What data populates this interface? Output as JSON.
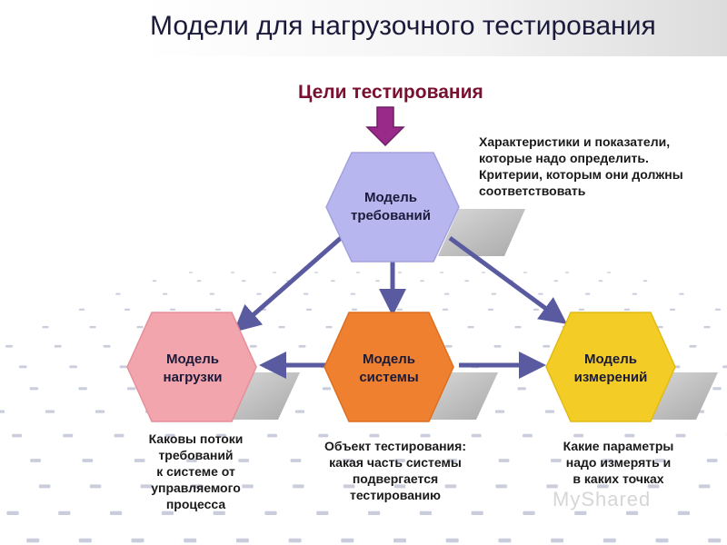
{
  "title": "Модели для нагрузочного тестирования",
  "goal": "Цели тестирования",
  "nodes": {
    "requirements": {
      "label_line1": "Модель",
      "label_line2": "требований"
    },
    "load": {
      "label_line1": "Модель",
      "label_line2": "нагрузки"
    },
    "system": {
      "label_line1": "Модель",
      "label_line2": "системы"
    },
    "measurement": {
      "label_line1": "Модель",
      "label_line2": "измерений"
    }
  },
  "notes": {
    "requirements": [
      "Характеристики и показатели,",
      "которые надо определить.",
      "Критерии, которым они должны",
      "соответствовать"
    ],
    "load": [
      "Каковы потоки",
      "требований",
      "к системе от",
      "управляемого",
      "процесса"
    ],
    "system": [
      "Объект тестирования:",
      "какая часть системы",
      "подвергается",
      "тестированию"
    ],
    "measurement": [
      "Какие параметры",
      "надо измерять и",
      "в каких точках"
    ]
  },
  "watermark": "MyShared",
  "colors": {
    "requirements": "#b8b6ee",
    "load": "#f2a5ad",
    "system": "#ee8030",
    "measurement": "#f3cc25",
    "arrow": "#5a5aa0",
    "goal_arrow": "#9a2a8a",
    "goal_text": "#7a1030"
  }
}
